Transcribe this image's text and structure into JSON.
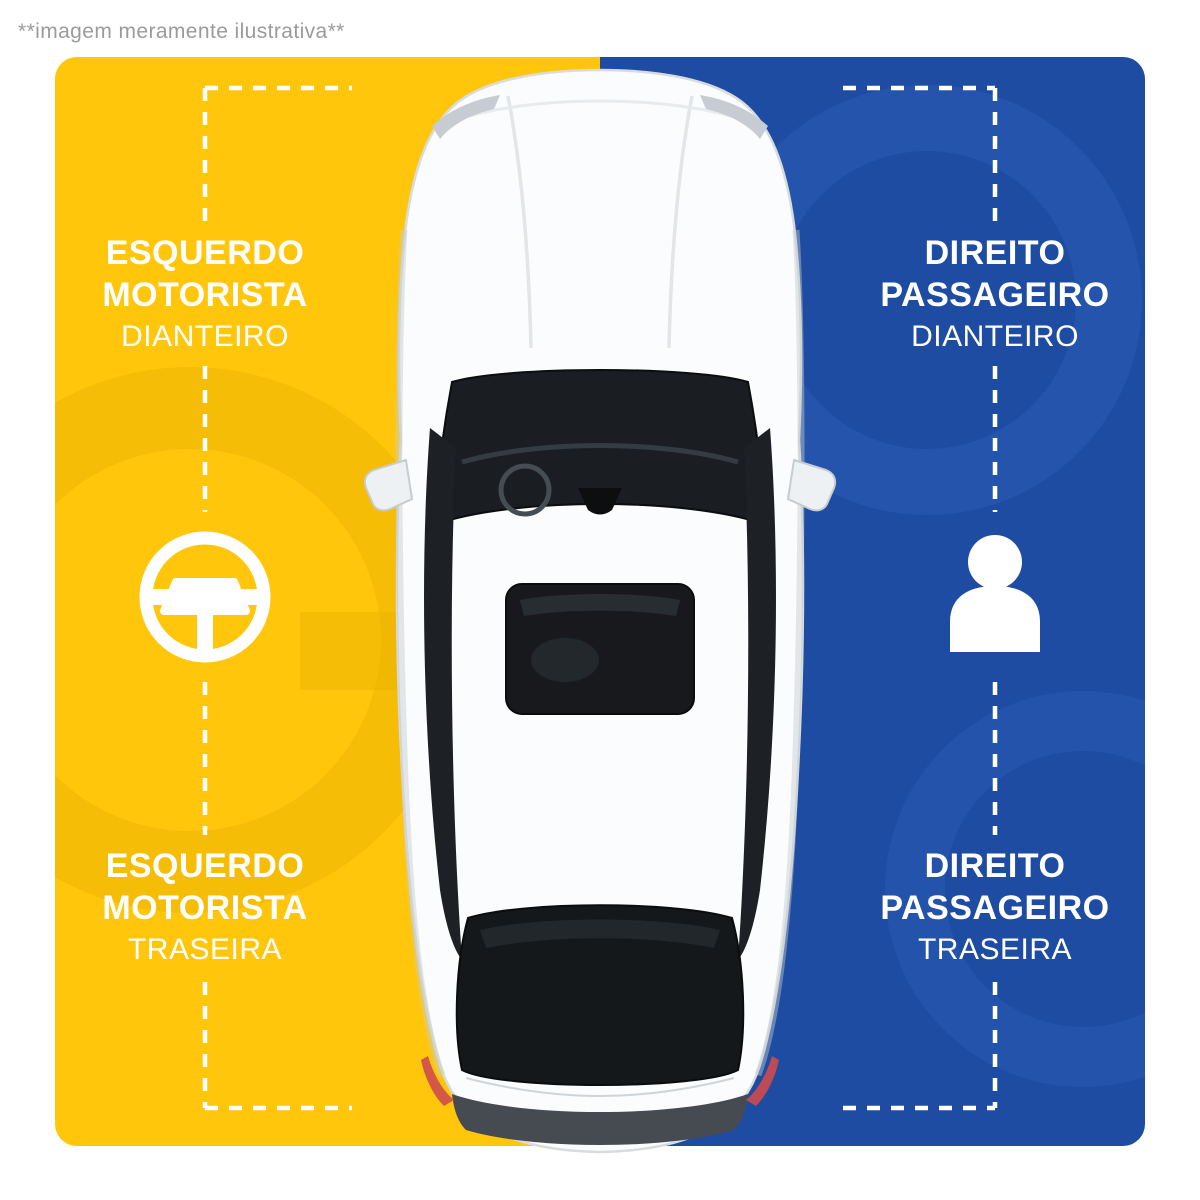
{
  "caption": "**imagem meramente ilustrativa**",
  "colors": {
    "driver_side": "#FFC60B",
    "passenger_side": "#1E4CA3",
    "driver_watermark": "#E9AF00",
    "passenger_watermark": "#2E5FB7",
    "label_text": "#FFFFFF",
    "guide_line": "#FFFFFF",
    "caption_text": "#9B9B9B"
  },
  "labels": {
    "driver_front": {
      "side": "ESQUERDO",
      "role": "MOTORISTA",
      "position": "DIANTEIRO"
    },
    "passenger_front": {
      "side": "DIREITO",
      "role": "PASSAGEIRO",
      "position": "DIANTEIRO"
    },
    "driver_rear": {
      "side": "ESQUERDO",
      "role": "MOTORISTA",
      "position": "TRASEIRA"
    },
    "passenger_rear": {
      "side": "DIREITO",
      "role": "PASSAGEIRO",
      "position": "TRASEIRA"
    }
  },
  "icons": {
    "driver": "steering-wheel-icon",
    "passenger": "person-icon"
  },
  "illustration": "car-top-view"
}
